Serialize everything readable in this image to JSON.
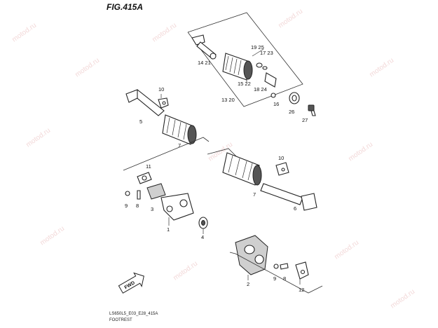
{
  "figure": {
    "title": "FIG.415A",
    "footer_code": "LS650L5_E03_E28_415A",
    "footer_name": "FOOTREST"
  },
  "watermark": "motod.ru",
  "fwd_label": "FWD",
  "callouts": {
    "c1": "1",
    "c2": "2",
    "c3": "3",
    "c4": "4",
    "c5": "5",
    "c6": "6",
    "c7a": "7",
    "c7b": "7",
    "c8": "8",
    "c9a": "9",
    "c9b": "9",
    "c10a": "10",
    "c10b": "10",
    "c11": "11",
    "c12": "12",
    "c14_21": "14 21",
    "c15_22": "15 22",
    "c19_25": "19 25",
    "c17_23": "17 23",
    "c18_24": "18 24",
    "c16": "16",
    "c26": "26",
    "c27": "27",
    "c13_20": "13 20"
  }
}
